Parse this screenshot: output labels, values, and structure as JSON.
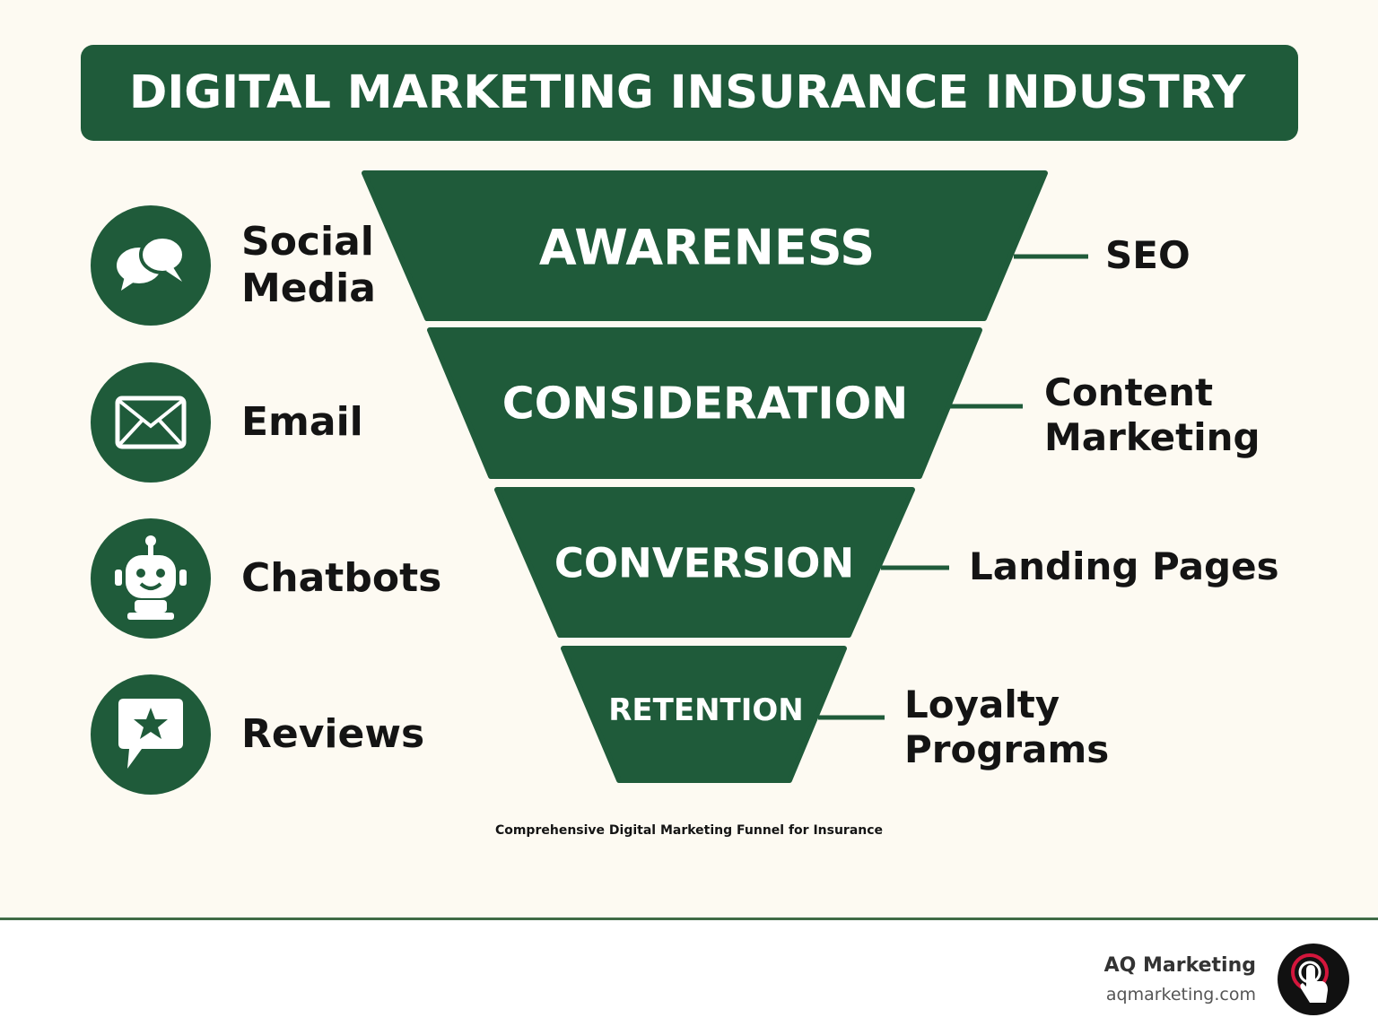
{
  "title": "DIGITAL MARKETING INSURANCE INDUSTRY",
  "stages": [
    {
      "label": "AWARENESS",
      "tactic": "SEO"
    },
    {
      "label": "CONSIDERATION",
      "tactic": "Content Marketing"
    },
    {
      "label": "CONVERSION",
      "tactic": "Landing Pages"
    },
    {
      "label": "RETENTION",
      "tactic": "Loyalty Programs"
    }
  ],
  "channels": [
    {
      "label": "Social Media",
      "icon": "speech-bubbles-icon"
    },
    {
      "label": "Email",
      "icon": "envelope-icon"
    },
    {
      "label": "Chatbots",
      "icon": "robot-icon"
    },
    {
      "label": "Reviews",
      "icon": "star-review-icon"
    }
  ],
  "caption": "Comprehensive Digital Marketing Funnel for Insurance",
  "brand": {
    "name": "AQ Marketing",
    "url": "aqmarketing.com"
  },
  "colors": {
    "primary": "#1f5b3a",
    "background": "#fdfaf2",
    "accent": "#d4163c"
  }
}
